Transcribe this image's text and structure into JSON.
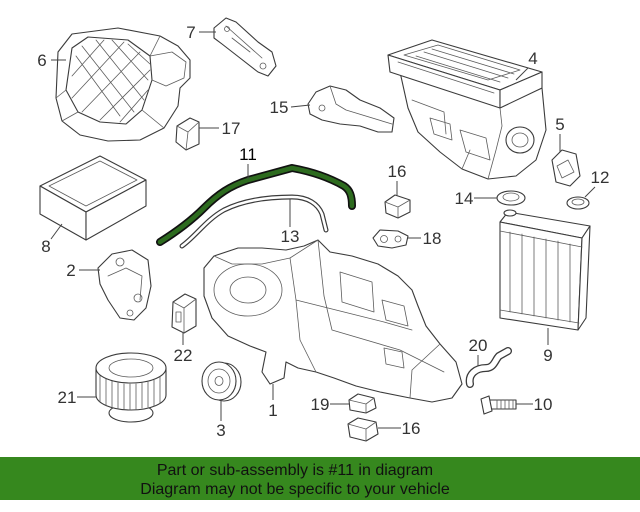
{
  "diagram": {
    "callouts": [
      {
        "label": "1"
      },
      {
        "label": "2"
      },
      {
        "label": "3"
      },
      {
        "label": "4"
      },
      {
        "label": "5"
      },
      {
        "label": "6"
      },
      {
        "label": "7"
      },
      {
        "label": "8"
      },
      {
        "label": "9"
      },
      {
        "label": "10"
      },
      {
        "label": "11",
        "highlighted": true
      },
      {
        "label": "12"
      },
      {
        "label": "13"
      },
      {
        "label": "14"
      },
      {
        "label": "15"
      },
      {
        "label": "16"
      },
      {
        "label": "16"
      },
      {
        "label": "17"
      },
      {
        "label": "18"
      },
      {
        "label": "19"
      },
      {
        "label": "20"
      },
      {
        "label": "21"
      },
      {
        "label": "22"
      }
    ]
  },
  "banner": {
    "line1": "Part or sub-assembly is #11 in diagram",
    "line2": "Diagram may not be specific to your vehicle"
  },
  "colors": {
    "highlight_fill": "#2d6b1f",
    "highlight_outline": "#111111",
    "banner_background": "#36881e",
    "banner_text": "#111111",
    "line_art": "#3b3b3b"
  }
}
